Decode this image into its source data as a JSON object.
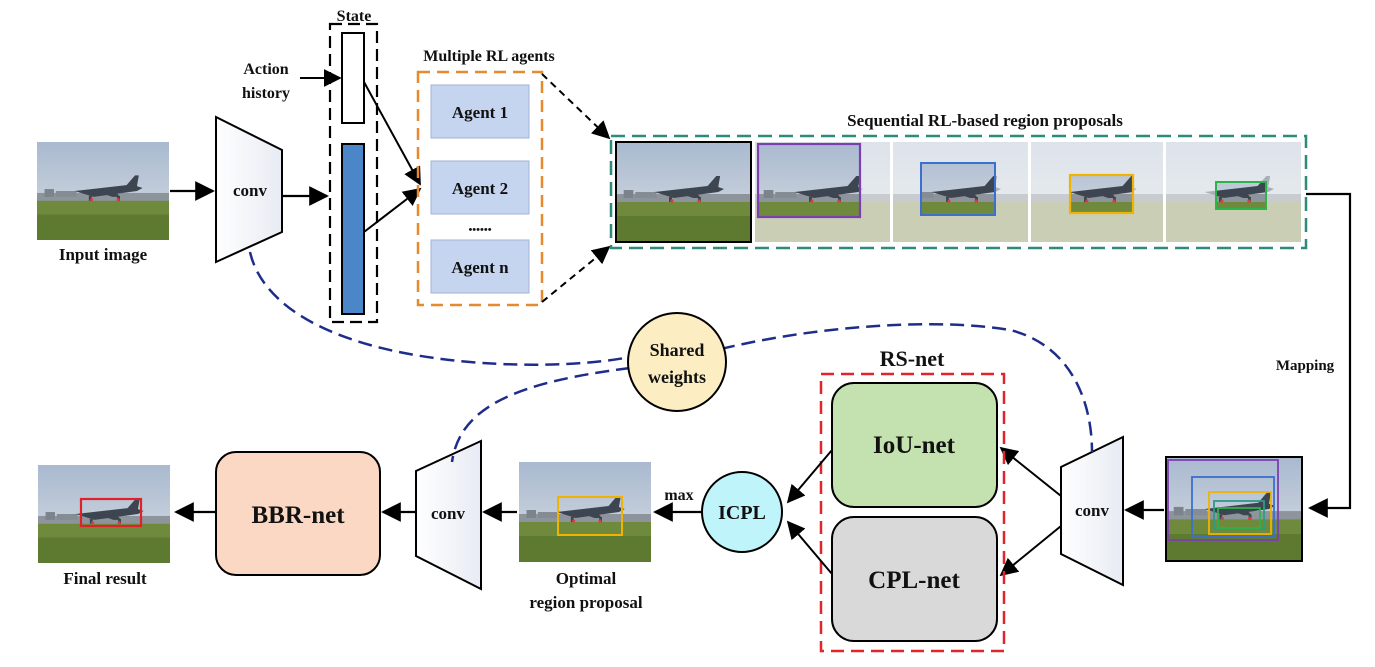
{
  "labels": {
    "state": "State",
    "action_history_1": "Action",
    "action_history_2": "history",
    "multiple_agents": "Multiple RL agents",
    "agent_1": "Agent 1",
    "agent_2": "Agent 2",
    "agent_dots": "••••••",
    "agent_n": "Agent n",
    "sequential": "Sequential RL-based region proposals",
    "input_image": "Input image",
    "conv_top": "conv",
    "mapping": "Mapping",
    "shared_1": "Shared",
    "shared_2": "weights",
    "rs_net": "RS-net",
    "iou_net": "IoU-net",
    "cpl_net": "CPL-net",
    "conv_right": "conv",
    "icpl": "ICPL",
    "max": "max",
    "optimal_1": "Optimal",
    "optimal_2": "region proposal",
    "conv_mid": "conv",
    "bbr_net": "BBR-net",
    "final_result": "Final result"
  },
  "colors": {
    "agent_fill": "#c5d5ef",
    "agents_border": "#e7892e",
    "sequence_border": "#2e8b7a",
    "rs_border": "#e0262b",
    "iou_fill": "#c4e2b0",
    "cpl_fill": "#d9d9d9",
    "bbr_fill": "#fad8c3",
    "icpl_fill": "#bff4fb",
    "shared_fill": "#fcedc3",
    "state_bar": "#4a86c8",
    "shared_dash": "#1f2d8a",
    "box_purple": "#7b3fb0",
    "box_blue": "#3b6fd0",
    "box_yellow": "#f0b400",
    "box_green": "#2cb34a",
    "box_red": "#e0202a"
  }
}
